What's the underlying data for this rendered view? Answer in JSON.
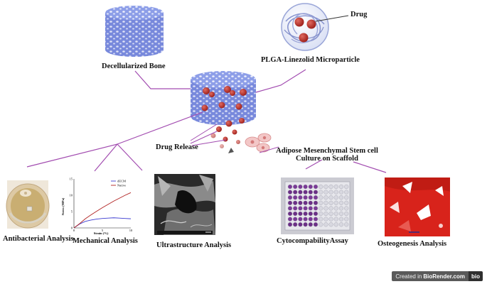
{
  "labels": {
    "decellularized_bone": "Decellularized Bone",
    "plga_microparticle": "PLGA-Linezolid Microparticle",
    "drug": "Drug",
    "drug_release": "Drug Release",
    "adipose_line1": "Adipose Mesenchymal Stem cell",
    "adipose_line2": "Culture on Scaffold",
    "antibacterial": "Antibacterial Analysis",
    "mechanical": "Mechanical Analysis",
    "ultrastructure": "Ultrastructure Analysis",
    "cytocompatibility": "CytocompabilityAssay",
    "osteogenesis": "Osteogenesis Analysis"
  },
  "chart_data": {
    "type": "line",
    "xlabel": "Strain (%)",
    "ylabel": "Stress (MPa)",
    "xlim": [
      0,
      10
    ],
    "ylim": [
      0,
      15
    ],
    "xticks": [
      "0",
      "5",
      "10"
    ],
    "yticks": [
      "0",
      "5",
      "10",
      "15"
    ],
    "legend_position": "top-right",
    "series": [
      {
        "name": "dECM",
        "color": "#3a3ad0",
        "x": [
          0,
          1,
          2,
          3,
          4,
          5,
          6,
          7,
          8,
          9,
          10
        ],
        "y": [
          0,
          1.2,
          2.0,
          2.4,
          2.7,
          2.9,
          3.0,
          3.1,
          3.0,
          2.9,
          2.8
        ]
      },
      {
        "name": "Native",
        "color": "#b02020",
        "x": [
          0,
          1,
          2,
          3,
          4,
          5,
          6,
          7,
          8,
          9,
          10
        ],
        "y": [
          0,
          1.3,
          2.8,
          4.0,
          5.1,
          6.2,
          7.2,
          8.2,
          9.1,
          10.0,
          10.8
        ]
      }
    ]
  },
  "colors": {
    "scaffold": "#8d9ee8",
    "scaffold_dark": "#6f82d6",
    "connector": "#a24cb0",
    "drug": "#b3251f",
    "osteo_bg": "#d8231b"
  },
  "brand": {
    "created_in": "Created in",
    "name": "BioRender.com",
    "icon": "bio"
  }
}
